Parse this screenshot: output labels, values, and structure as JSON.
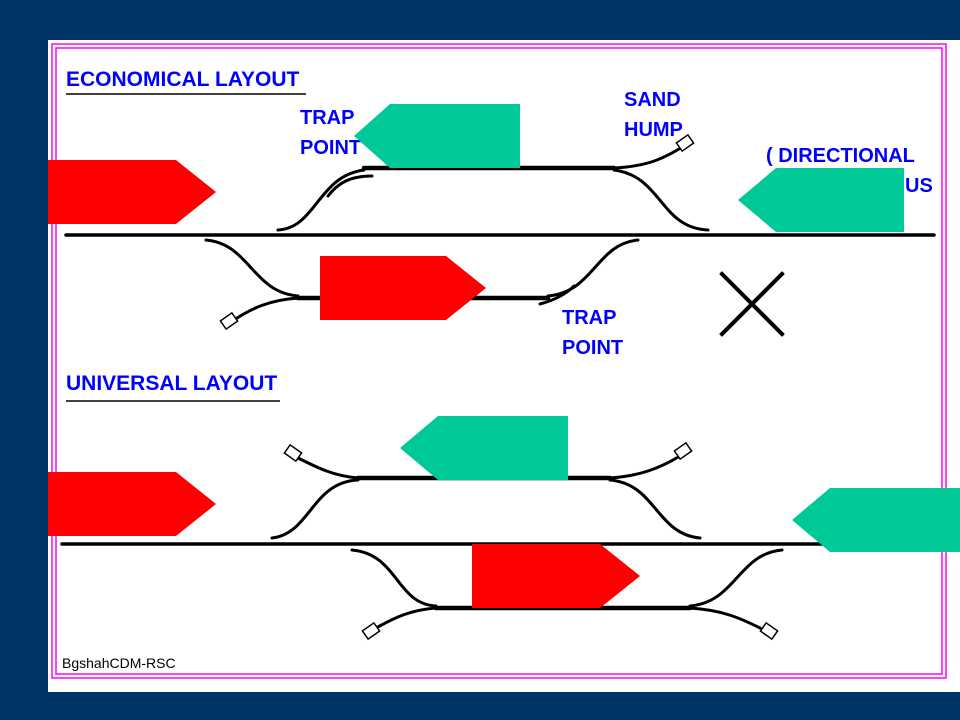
{
  "sections": {
    "economical": {
      "title": "ECONOMICAL  LAYOUT"
    },
    "universal": {
      "title": "UNIVERSAL  LAYOUT"
    }
  },
  "labels": {
    "trap_point_top": [
      "TRAP",
      "POINT"
    ],
    "sand_hump": [
      "SAND",
      "HUMP"
    ],
    "directional": [
      "( DIRECTIONAL",
      "US"
    ],
    "trap_point_bottom": [
      "TRAP",
      "POINT"
    ]
  },
  "credit": "BgshahCDM-RSC",
  "colors": {
    "background": "#003366",
    "panel": "#ffffff",
    "panel_border": "#ff00ff",
    "up_train": "#00c896",
    "down_train": "#ff0000",
    "label_text": "#0000ff",
    "track": "#000000"
  },
  "symbols": {
    "economical_cross": "cross-icon"
  }
}
